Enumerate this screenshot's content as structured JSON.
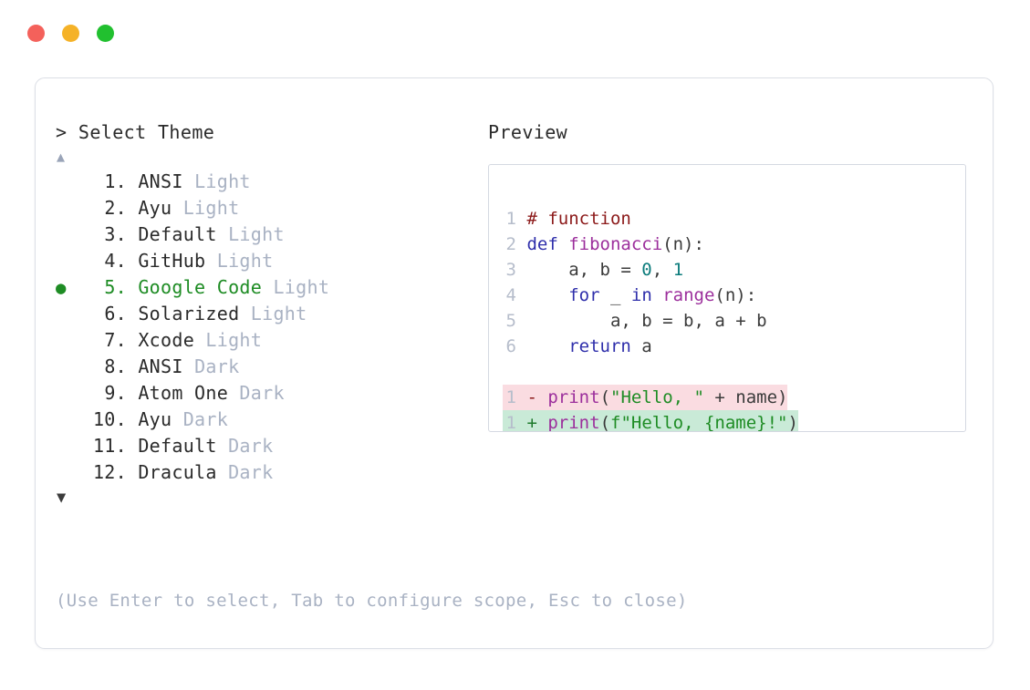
{
  "window": {
    "traffic_lights": [
      {
        "name": "close",
        "color": "#f4615b"
      },
      {
        "name": "minimize",
        "color": "#f5b227"
      },
      {
        "name": "maximize",
        "color": "#21c02f"
      }
    ]
  },
  "left": {
    "prompt_marker": ">",
    "prompt_title": "Select Theme",
    "scroll_up_glyph": "▲",
    "scroll_down_glyph": "▼",
    "selected_index": 5,
    "selected_bullet": "●",
    "items": [
      {
        "index": "1.",
        "name": "ANSI",
        "variant": "Light",
        "selected": false
      },
      {
        "index": "2.",
        "name": "Ayu",
        "variant": "Light",
        "selected": false
      },
      {
        "index": "3.",
        "name": "Default",
        "variant": "Light",
        "selected": false
      },
      {
        "index": "4.",
        "name": "GitHub",
        "variant": "Light",
        "selected": false
      },
      {
        "index": "5.",
        "name": "Google Code",
        "variant": "Light",
        "selected": true
      },
      {
        "index": "6.",
        "name": "Solarized",
        "variant": "Light",
        "selected": false
      },
      {
        "index": "7.",
        "name": "Xcode",
        "variant": "Light",
        "selected": false
      },
      {
        "index": "8.",
        "name": "ANSI",
        "variant": "Dark",
        "selected": false
      },
      {
        "index": "9.",
        "name": "Atom One",
        "variant": "Dark",
        "selected": false
      },
      {
        "index": "10.",
        "name": "Ayu",
        "variant": "Dark",
        "selected": false
      },
      {
        "index": "11.",
        "name": "Default",
        "variant": "Dark",
        "selected": false
      },
      {
        "index": "12.",
        "name": "Dracula",
        "variant": "Dark",
        "selected": false
      }
    ],
    "hint": "(Use Enter to select, Tab to configure scope, Esc to close)"
  },
  "right": {
    "preview_label": "Preview",
    "code_lines": [
      {
        "ln": "1",
        "tokens": [
          {
            "t": "# function",
            "c": "t-comment"
          }
        ]
      },
      {
        "ln": "2",
        "tokens": [
          {
            "t": "def ",
            "c": "t-kw"
          },
          {
            "t": "fibonacci",
            "c": "t-fn"
          },
          {
            "t": "(n):",
            "c": "t-punct"
          }
        ]
      },
      {
        "ln": "3",
        "tokens": [
          {
            "t": "    a, b = ",
            "c": "t-plain"
          },
          {
            "t": "0",
            "c": "t-num"
          },
          {
            "t": ", ",
            "c": "t-plain"
          },
          {
            "t": "1",
            "c": "t-num"
          }
        ]
      },
      {
        "ln": "4",
        "tokens": [
          {
            "t": "    ",
            "c": "t-plain"
          },
          {
            "t": "for",
            "c": "t-kw"
          },
          {
            "t": " _ ",
            "c": "t-plain"
          },
          {
            "t": "in",
            "c": "t-kw"
          },
          {
            "t": " ",
            "c": "t-plain"
          },
          {
            "t": "range",
            "c": "t-fn"
          },
          {
            "t": "(n):",
            "c": "t-punct"
          }
        ]
      },
      {
        "ln": "5",
        "tokens": [
          {
            "t": "        a, b = b, a + b",
            "c": "t-plain"
          }
        ]
      },
      {
        "ln": "6",
        "tokens": [
          {
            "t": "    ",
            "c": "t-plain"
          },
          {
            "t": "return",
            "c": "t-kw"
          },
          {
            "t": " a",
            "c": "t-plain"
          }
        ]
      }
    ],
    "diff_lines": [
      {
        "kind": "del",
        "ln": "1",
        "sign": "-",
        "tokens": [
          {
            "t": "print",
            "c": "t-fn"
          },
          {
            "t": "(",
            "c": "t-punct"
          },
          {
            "t": "\"Hello, \"",
            "c": "t-str"
          },
          {
            "t": " + name)",
            "c": "t-plain"
          }
        ]
      },
      {
        "kind": "add",
        "ln": "1",
        "sign": "+",
        "tokens": [
          {
            "t": "print",
            "c": "t-fn"
          },
          {
            "t": "(",
            "c": "t-punct"
          },
          {
            "t": "f\"Hello, {name}!\"",
            "c": "t-str"
          },
          {
            "t": ")",
            "c": "t-punct"
          }
        ]
      }
    ]
  },
  "colors": {
    "accent_green": "#1e8c24",
    "muted": "#a9b2c3",
    "border": "#dcdfe6",
    "diff_del_bg": "#fadce1",
    "diff_add_bg": "#c9ead7"
  }
}
